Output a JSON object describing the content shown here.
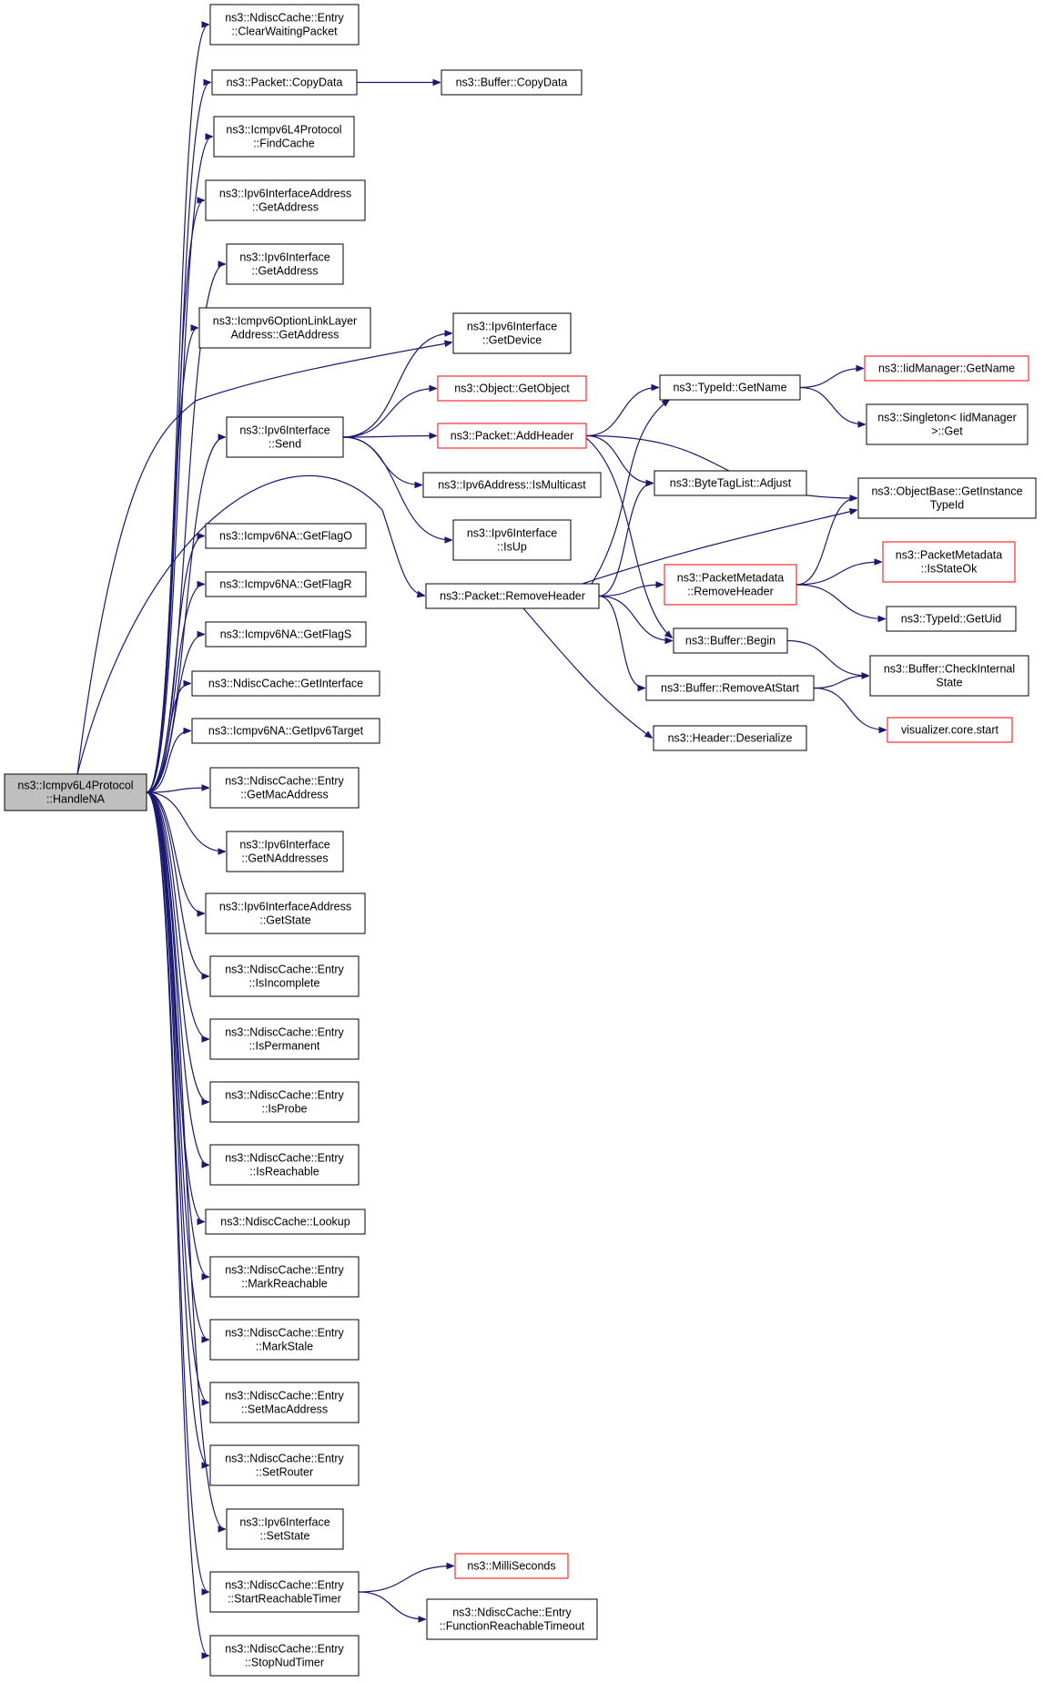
{
  "graph": {
    "edge_color": "#191970",
    "highlight_border_color": "#ff0000",
    "root_fill": "#bfbfbf",
    "nodes": [
      {
        "id": "root",
        "lines": [
          "ns3::Icmpv6L4Protocol",
          "::HandleNA"
        ],
        "style": "root"
      },
      {
        "id": "clearWaiting",
        "lines": [
          "ns3::NdiscCache::Entry",
          "::ClearWaitingPacket"
        ],
        "style": "normal"
      },
      {
        "id": "pktCopyData",
        "lines": [
          "ns3::Packet::CopyData"
        ],
        "style": "normal"
      },
      {
        "id": "bufCopyData",
        "lines": [
          "ns3::Buffer::CopyData"
        ],
        "style": "normal"
      },
      {
        "id": "findCache",
        "lines": [
          "ns3::Icmpv6L4Protocol",
          "::FindCache"
        ],
        "style": "normal"
      },
      {
        "id": "ifAddrGetAddress",
        "lines": [
          "ns3::Ipv6InterfaceAddress",
          "::GetAddress"
        ],
        "style": "normal"
      },
      {
        "id": "ifGetAddress",
        "lines": [
          "ns3::Ipv6Interface",
          "::GetAddress"
        ],
        "style": "normal"
      },
      {
        "id": "optLinkLayer",
        "lines": [
          "ns3::Icmpv6OptionLinkLayer",
          "Address::GetAddress"
        ],
        "style": "normal"
      },
      {
        "id": "getDevice",
        "lines": [
          "ns3::Ipv6Interface",
          "::GetDevice"
        ],
        "style": "normal"
      },
      {
        "id": "getObject",
        "lines": [
          "ns3::Object::GetObject"
        ],
        "style": "red"
      },
      {
        "id": "send",
        "lines": [
          "ns3::Ipv6Interface",
          "::Send"
        ],
        "style": "normal"
      },
      {
        "id": "addHeader",
        "lines": [
          "ns3::Packet::AddHeader"
        ],
        "style": "red"
      },
      {
        "id": "isMulticast",
        "lines": [
          "ns3::Ipv6Address::IsMulticast"
        ],
        "style": "normal"
      },
      {
        "id": "isUp",
        "lines": [
          "ns3::Ipv6Interface",
          "::IsUp"
        ],
        "style": "normal"
      },
      {
        "id": "typeIdGetName",
        "lines": [
          "ns3::TypeId::GetName"
        ],
        "style": "normal"
      },
      {
        "id": "iidGetName",
        "lines": [
          "ns3::IidManager::GetName"
        ],
        "style": "red"
      },
      {
        "id": "singletonGet",
        "lines": [
          "ns3::Singleton< IidManager",
          ">::Get"
        ],
        "style": "normal"
      },
      {
        "id": "byteTagAdjust",
        "lines": [
          "ns3::ByteTagList::Adjust"
        ],
        "style": "normal"
      },
      {
        "id": "getInstanceTypeId",
        "lines": [
          "ns3::ObjectBase::GetInstance",
          "TypeId"
        ],
        "style": "normal"
      },
      {
        "id": "pmIsStateOk",
        "lines": [
          "ns3::PacketMetadata",
          "::IsStateOk"
        ],
        "style": "red"
      },
      {
        "id": "getFlagO",
        "lines": [
          "ns3::Icmpv6NA::GetFlagO"
        ],
        "style": "normal"
      },
      {
        "id": "getFlagR",
        "lines": [
          "ns3::Icmpv6NA::GetFlagR"
        ],
        "style": "normal"
      },
      {
        "id": "getFlagS",
        "lines": [
          "ns3::Icmpv6NA::GetFlagS"
        ],
        "style": "normal"
      },
      {
        "id": "removeHeader",
        "lines": [
          "ns3::Packet::RemoveHeader"
        ],
        "style": "normal"
      },
      {
        "id": "pmRemoveHeader",
        "lines": [
          "ns3::PacketMetadata",
          "::RemoveHeader"
        ],
        "style": "red"
      },
      {
        "id": "typeIdGetUid",
        "lines": [
          "ns3::TypeId::GetUid"
        ],
        "style": "normal"
      },
      {
        "id": "bufBegin",
        "lines": [
          "ns3::Buffer::Begin"
        ],
        "style": "normal"
      },
      {
        "id": "bufCheckInternal",
        "lines": [
          "ns3::Buffer::CheckInternal",
          "State"
        ],
        "style": "normal"
      },
      {
        "id": "bufRemoveAtStart",
        "lines": [
          "ns3::Buffer::RemoveAtStart"
        ],
        "style": "normal"
      },
      {
        "id": "vizStart",
        "lines": [
          "visualizer.core.start"
        ],
        "style": "red"
      },
      {
        "id": "headerDeserialize",
        "lines": [
          "ns3::Header::Deserialize"
        ],
        "style": "normal"
      },
      {
        "id": "ndGetInterface",
        "lines": [
          "ns3::NdiscCache::GetInterface"
        ],
        "style": "normal"
      },
      {
        "id": "getIpv6Target",
        "lines": [
          "ns3::Icmpv6NA::GetIpv6Target"
        ],
        "style": "normal"
      },
      {
        "id": "getMacAddress",
        "lines": [
          "ns3::NdiscCache::Entry",
          "::GetMacAddress"
        ],
        "style": "normal"
      },
      {
        "id": "getNAddresses",
        "lines": [
          "ns3::Ipv6Interface",
          "::GetNAddresses"
        ],
        "style": "normal"
      },
      {
        "id": "ifAddrGetState",
        "lines": [
          "ns3::Ipv6InterfaceAddress",
          "::GetState"
        ],
        "style": "normal"
      },
      {
        "id": "isIncomplete",
        "lines": [
          "ns3::NdiscCache::Entry",
          "::IsIncomplete"
        ],
        "style": "normal"
      },
      {
        "id": "isPermanent",
        "lines": [
          "ns3::NdiscCache::Entry",
          "::IsPermanent"
        ],
        "style": "normal"
      },
      {
        "id": "isProbe",
        "lines": [
          "ns3::NdiscCache::Entry",
          "::IsProbe"
        ],
        "style": "normal"
      },
      {
        "id": "isReachable",
        "lines": [
          "ns3::NdiscCache::Entry",
          "::IsReachable"
        ],
        "style": "normal"
      },
      {
        "id": "lookup",
        "lines": [
          "ns3::NdiscCache::Lookup"
        ],
        "style": "normal"
      },
      {
        "id": "markReachable",
        "lines": [
          "ns3::NdiscCache::Entry",
          "::MarkReachable"
        ],
        "style": "normal"
      },
      {
        "id": "markStale",
        "lines": [
          "ns3::NdiscCache::Entry",
          "::MarkStale"
        ],
        "style": "normal"
      },
      {
        "id": "setMacAddress",
        "lines": [
          "ns3::NdiscCache::Entry",
          "::SetMacAddress"
        ],
        "style": "normal"
      },
      {
        "id": "setRouter",
        "lines": [
          "ns3::NdiscCache::Entry",
          "::SetRouter"
        ],
        "style": "normal"
      },
      {
        "id": "setState",
        "lines": [
          "ns3::Ipv6Interface",
          "::SetState"
        ],
        "style": "normal"
      },
      {
        "id": "startReachableTimer",
        "lines": [
          "ns3::NdiscCache::Entry",
          "::StartReachableTimer"
        ],
        "style": "normal"
      },
      {
        "id": "milliSeconds",
        "lines": [
          "ns3::MilliSeconds"
        ],
        "style": "red"
      },
      {
        "id": "functionReachableTimeout",
        "lines": [
          "ns3::NdiscCache::Entry",
          "::FunctionReachableTimeout"
        ],
        "style": "normal"
      },
      {
        "id": "stopNudTimer",
        "lines": [
          "ns3::NdiscCache::Entry",
          "::StopNudTimer"
        ],
        "style": "normal"
      }
    ],
    "edges": [
      [
        "root",
        "clearWaiting"
      ],
      [
        "root",
        "pktCopyData"
      ],
      [
        "pktCopyData",
        "bufCopyData"
      ],
      [
        "root",
        "findCache"
      ],
      [
        "root",
        "ifAddrGetAddress"
      ],
      [
        "root",
        "ifGetAddress"
      ],
      [
        "root",
        "optLinkLayer"
      ],
      [
        "root",
        "getDevice"
      ],
      [
        "root",
        "send"
      ],
      [
        "send",
        "getDevice"
      ],
      [
        "send",
        "getObject"
      ],
      [
        "send",
        "addHeader"
      ],
      [
        "send",
        "isMulticast"
      ],
      [
        "send",
        "isUp"
      ],
      [
        "addHeader",
        "typeIdGetName"
      ],
      [
        "addHeader",
        "byteTagAdjust"
      ],
      [
        "addHeader",
        "getInstanceTypeId"
      ],
      [
        "addHeader",
        "bufBegin"
      ],
      [
        "typeIdGetName",
        "iidGetName"
      ],
      [
        "typeIdGetName",
        "singletonGet"
      ],
      [
        "root",
        "removeHeader"
      ],
      [
        "root",
        "getFlagO"
      ],
      [
        "root",
        "getFlagR"
      ],
      [
        "root",
        "getFlagS"
      ],
      [
        "removeHeader",
        "typeIdGetName"
      ],
      [
        "removeHeader",
        "byteTagAdjust"
      ],
      [
        "removeHeader",
        "getInstanceTypeId"
      ],
      [
        "removeHeader",
        "pmRemoveHeader"
      ],
      [
        "removeHeader",
        "bufBegin"
      ],
      [
        "removeHeader",
        "bufRemoveAtStart"
      ],
      [
        "removeHeader",
        "headerDeserialize"
      ],
      [
        "pmRemoveHeader",
        "getInstanceTypeId"
      ],
      [
        "pmRemoveHeader",
        "pmIsStateOk"
      ],
      [
        "pmRemoveHeader",
        "typeIdGetUid"
      ],
      [
        "bufBegin",
        "bufCheckInternal"
      ],
      [
        "bufRemoveAtStart",
        "bufCheckInternal"
      ],
      [
        "bufRemoveAtStart",
        "vizStart"
      ],
      [
        "root",
        "ndGetInterface"
      ],
      [
        "root",
        "getIpv6Target"
      ],
      [
        "root",
        "getMacAddress"
      ],
      [
        "root",
        "getNAddresses"
      ],
      [
        "root",
        "ifAddrGetState"
      ],
      [
        "root",
        "isIncomplete"
      ],
      [
        "root",
        "isPermanent"
      ],
      [
        "root",
        "isProbe"
      ],
      [
        "root",
        "isReachable"
      ],
      [
        "root",
        "lookup"
      ],
      [
        "root",
        "markReachable"
      ],
      [
        "root",
        "markStale"
      ],
      [
        "root",
        "setMacAddress"
      ],
      [
        "root",
        "setRouter"
      ],
      [
        "root",
        "setState"
      ],
      [
        "root",
        "startReachableTimer"
      ],
      [
        "startReachableTimer",
        "milliSeconds"
      ],
      [
        "startReachableTimer",
        "functionReachableTimeout"
      ],
      [
        "root",
        "stopNudTimer"
      ]
    ]
  }
}
